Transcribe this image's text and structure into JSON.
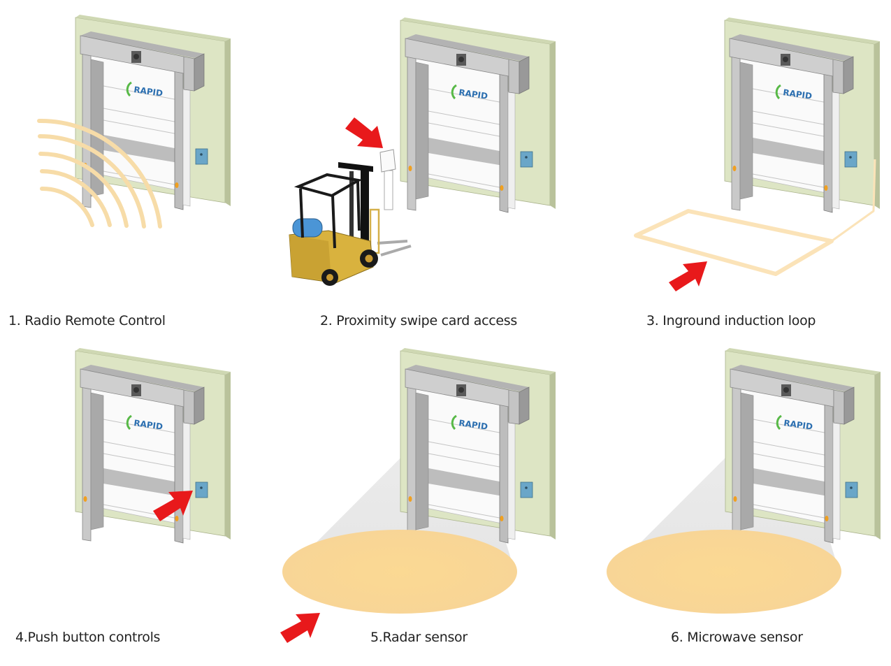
{
  "panels": [
    {
      "label": "1. Radio Remote Control",
      "method": "radio-remote"
    },
    {
      "label": "2. Proximity swipe card access",
      "method": "swipe-card"
    },
    {
      "label": "3. Inground induction loop",
      "method": "induction-loop"
    },
    {
      "label": "4.Push button controls",
      "method": "push-button"
    },
    {
      "label": "5.Radar sensor",
      "method": "radar"
    },
    {
      "label": "6. Microwave sensor",
      "method": "microwave"
    }
  ],
  "logo_text": "RAPID",
  "colors": {
    "wall": "#dde5c4",
    "arrow": "#e8191b",
    "zone": "#f9d68b",
    "signal": "#f7dca8",
    "logo_blue": "#2c6fb0",
    "logo_green": "#58b947",
    "control_box": "#6aa6c8"
  }
}
